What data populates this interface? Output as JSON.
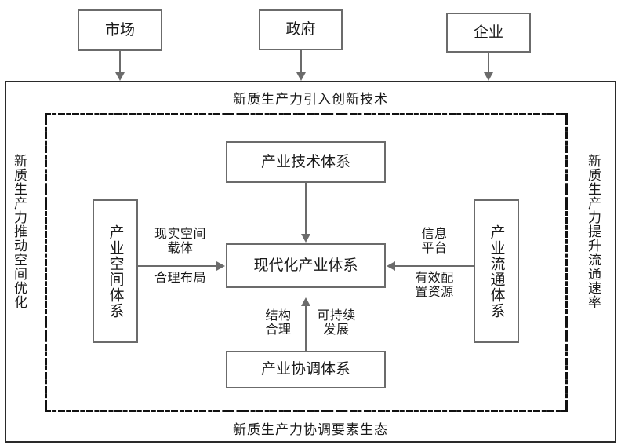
{
  "diagram": {
    "title_internal": "新质生产力与现代化产业体系框架图",
    "colors": {
      "box_border": "#6b6b6b",
      "frame_border": "#2a2a2a",
      "connector": "#6b6b6b",
      "background": "#ffffff",
      "text": "#1a1a1a"
    }
  },
  "actors": [
    {
      "id": "market",
      "label": "市场"
    },
    {
      "id": "government",
      "label": "政府"
    },
    {
      "id": "enterprise",
      "label": "企业"
    }
  ],
  "frames": {
    "outer_caption": "新质生产力引入创新技术",
    "left_caption": "新质生产力推动空间优化",
    "right_caption": "新质生产力提升流通速率",
    "bottom_caption": "新质生产力协调要素生态"
  },
  "nodes": {
    "center": {
      "label": "现代化产业体系"
    },
    "technology": {
      "label": "产业技术体系"
    },
    "space": {
      "label": "产业空间体系"
    },
    "circulation": {
      "label": "产业流通体系"
    },
    "coordination": {
      "label": "产业协调体系"
    }
  },
  "edge_labels": {
    "space_to_center_top": "现实空间\n载体",
    "space_to_center_bottom": "合理布局",
    "circulation_to_center_top": "信息\n平台",
    "circulation_to_center_bottom": "有效配\n置资源",
    "coordination_left": "结构\n合理",
    "coordination_right": "可持续\n发展"
  }
}
